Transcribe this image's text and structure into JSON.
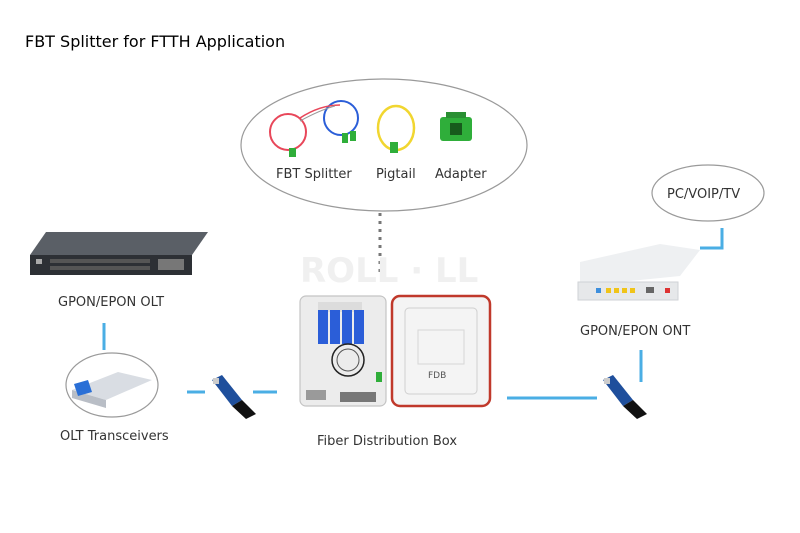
{
  "title": "FBT Splitter for FTTH Application",
  "top_group": {
    "items": [
      {
        "id": "fbt-splitter",
        "label": "FBT Splitter"
      },
      {
        "id": "pigtail",
        "label": "Pigtail"
      },
      {
        "id": "adapter",
        "label": "Adapter"
      }
    ]
  },
  "nodes": {
    "olt": {
      "label": "GPON/EPON OLT"
    },
    "transceiver": {
      "label": "OLT Transceivers"
    },
    "fdb": {
      "label": "Fiber Distribution Box",
      "panel_text": "FDB"
    },
    "ont": {
      "label": "GPON/EPON ONT"
    },
    "terminal": {
      "label": "PC/VOIP/TV"
    }
  },
  "colors": {
    "link": "#4aaee4",
    "dotted": "#777777",
    "ellipse_stroke": "#9a9a9a",
    "connector_blue": "#1f4f9c",
    "adapter_green": "#2fae3a",
    "fdb_red": "#c0392b"
  }
}
